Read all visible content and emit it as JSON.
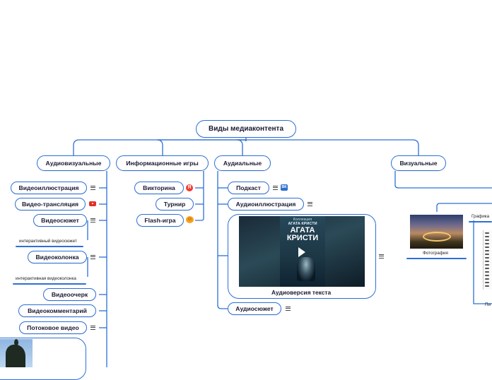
{
  "root": "Виды медиаконтента",
  "branches": {
    "audiovisual": "Аудиовизуальные",
    "infogames": "Информационные игры",
    "audial": "Аудиальные",
    "visual": "Визуальные"
  },
  "audiovisual_items": {
    "video_illustration": "Видеоиллюстрация",
    "video_broadcast": "Видео-трансляция",
    "video_story": "Видеосюжет",
    "video_story_note": "интерактивный видеосюжет",
    "video_column": "Видеоколонка",
    "video_column_note": "интерактивная видеоколонка",
    "video_essay": "Видеоочерк",
    "video_comment": "Видеокомментарий",
    "streaming_video": "Потоковое видео"
  },
  "game_items": {
    "quiz": "Викторина",
    "tournament": "Турнир",
    "flash_game": "Flash-игра"
  },
  "audial_items": {
    "podcast": "Подкаст",
    "audio_illustration": "Аудиоиллюстрация",
    "audio_version": "Аудиоверсия текста",
    "audio_story": "Аудиосюжет"
  },
  "cover": {
    "series": "Коллекция",
    "author": "АГАТА КРИСТИ",
    "title_line1": "АГАТА",
    "title_line2": "КРИСТИ"
  },
  "visual_items": {
    "photo": "Фотография",
    "graphics": "Графика",
    "partial_label": "Пи"
  },
  "icons": {
    "vk": "ВК",
    "yandex": "Я",
    "smile": "☺"
  },
  "colors": {
    "accent": "#2d6fd6",
    "wire": "#2d6fd6"
  }
}
